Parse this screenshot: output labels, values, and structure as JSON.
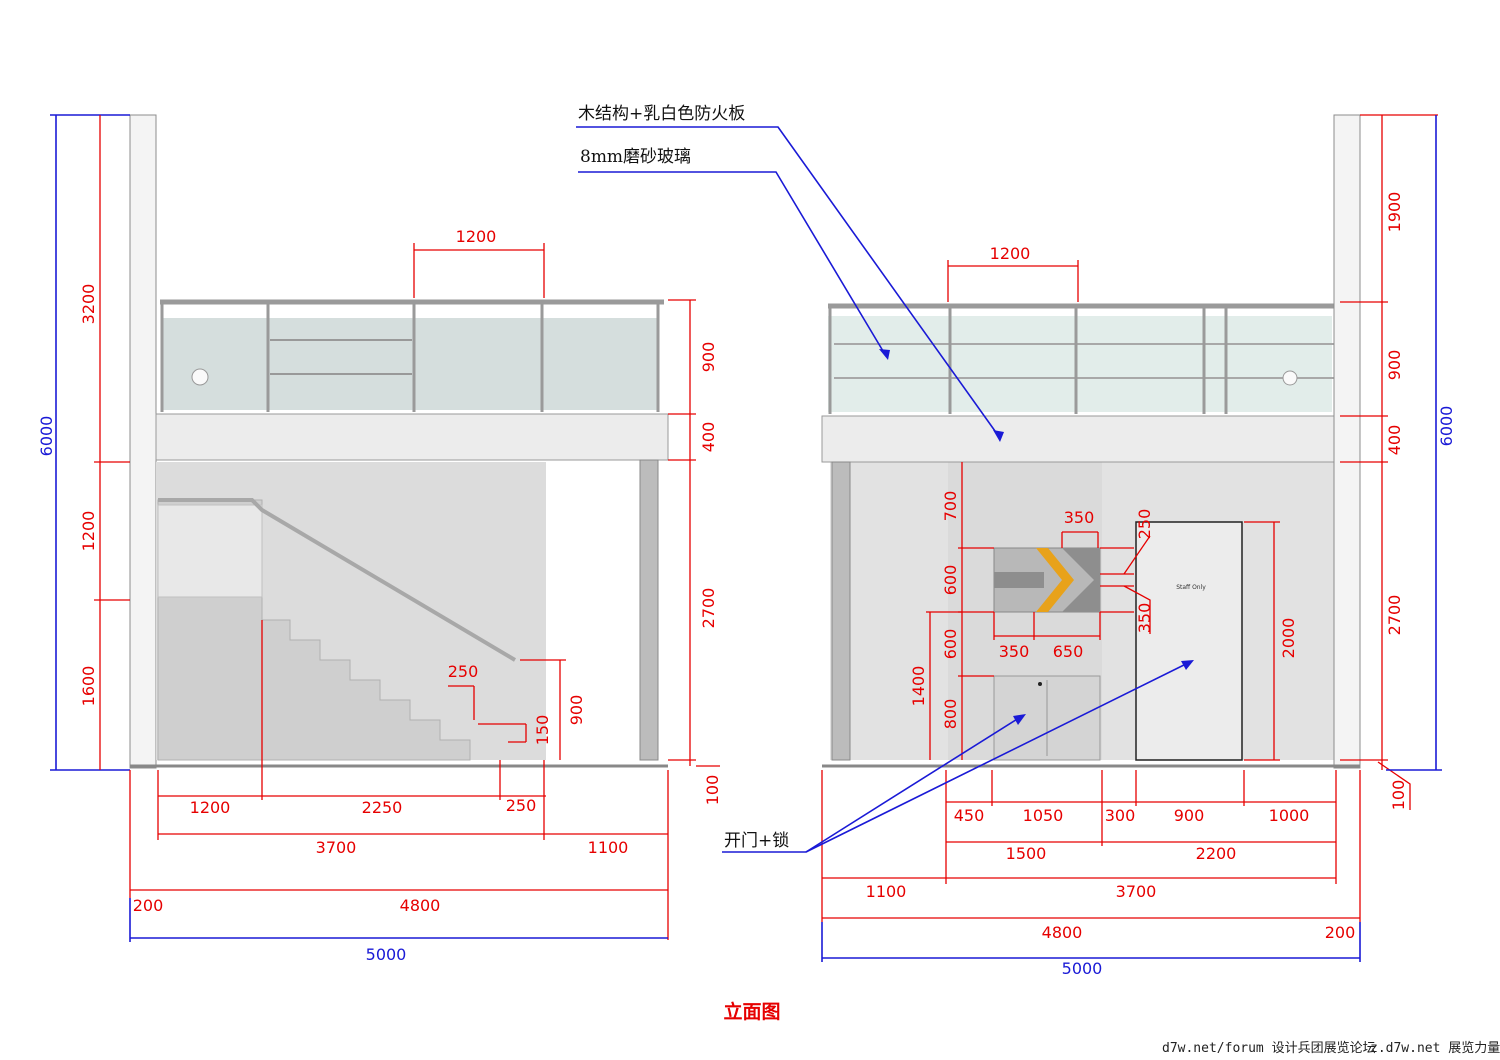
{
  "title": "立面图",
  "annotations": {
    "wood_structure": "木结构+乳白色防火板",
    "frosted_glass": "8mm磨砂玻璃",
    "door_lock": "开门+锁"
  },
  "door_sign": "Staff Only",
  "footer": {
    "forum": "d7w.net/forum 设计兵团展览论坛",
    "site": "z.d7w.net 展览力量"
  },
  "left_elevation": {
    "dims": {
      "total_height": "6000",
      "upper": "3200",
      "mid": "1200",
      "lower": "1600",
      "rail_span": "1200",
      "rail_h": "900",
      "slab": "400",
      "clear_h": "2700",
      "step_w": "250",
      "step_h": "150",
      "hand_h": "900",
      "base": "100",
      "b1": "1200",
      "b2": "2250",
      "b3": "250",
      "c1": "3700",
      "c2": "1100",
      "d1": "200",
      "d2": "4800",
      "total_w": "5000"
    }
  },
  "right_elevation": {
    "dims": {
      "rail_span": "1200",
      "top": "1900",
      "rail_h": "900",
      "slab": "400",
      "clear_h": "2700",
      "base": "100",
      "total_height": "6000",
      "p700": "700",
      "p600a": "600",
      "p600b": "600",
      "p800": "800",
      "p1400": "1400",
      "s350top": "350",
      "s350l": "350",
      "s650": "650",
      "s250": "250",
      "s350r": "350",
      "door_h": "2000",
      "e450": "450",
      "e1050": "1050",
      "e300": "300",
      "e900": "900",
      "e1000": "1000",
      "f1500": "1500",
      "f2200": "2200",
      "g1100": "1100",
      "g3700": "3700",
      "h4800": "4800",
      "h200": "200",
      "total_w": "5000"
    }
  },
  "colors": {
    "dimension": "#e60000",
    "leader": "#1a1ad6",
    "arrow_sign": "#e8a21a"
  }
}
